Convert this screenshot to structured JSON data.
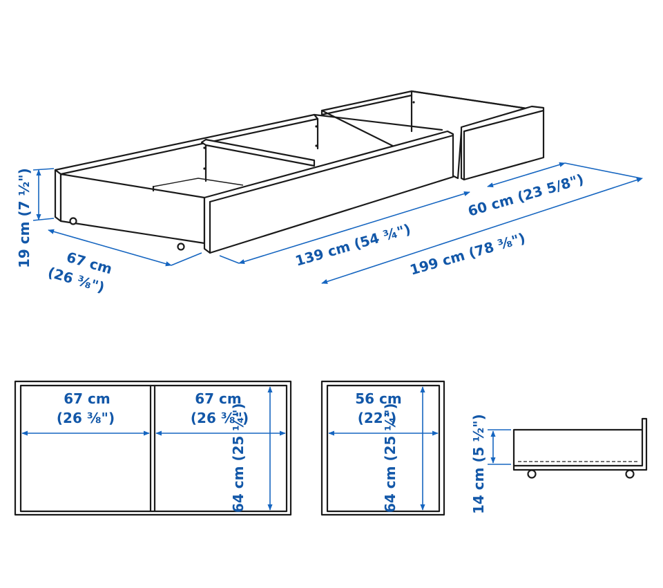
{
  "accent_color": "#1257a8",
  "iso_view": {
    "height_label": "19 cm (7 ½\")",
    "width_cm": "67 cm",
    "width_in": "(26 ⅜\")",
    "length_short": "139 cm (54 ¾\")",
    "length_total": "199 cm (78 ⅜\")",
    "drawer_length": "60 cm (23 5/8\")"
  },
  "top_view_large": {
    "left_width_cm": "67 cm",
    "left_width_in": "(26 ⅜\")",
    "right_width_cm": "67 cm",
    "right_width_in": "(26 ⅜\")",
    "depth_label": "64 cm (25 ¼\")"
  },
  "top_view_small": {
    "width_cm": "56 cm",
    "width_in": "(22\")",
    "depth_label": "64 cm (25 ¼\")"
  },
  "side_view": {
    "inner_height": "14 cm (5 ½\")"
  }
}
